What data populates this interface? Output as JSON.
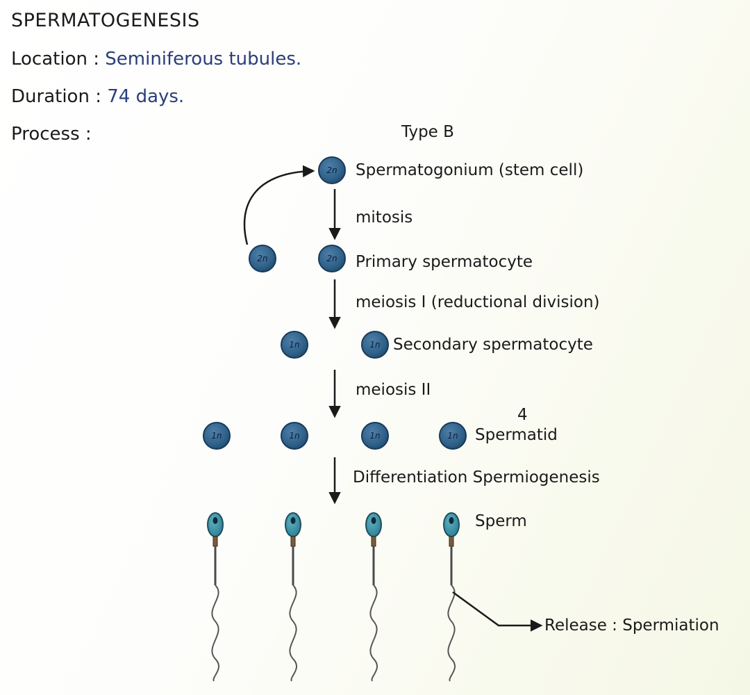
{
  "title": "SPERMATOGENESIS",
  "location": {
    "label": "Location :",
    "value": "Seminiferous tubules."
  },
  "duration": {
    "label": "Duration :",
    "value": "74 days."
  },
  "process": {
    "label": "Process :"
  },
  "diagram": {
    "type_b_label": "Type B",
    "stages": {
      "spermatogonium": "Spermatogonium (stem cell)",
      "primary": "Primary spermatocyte",
      "secondary": "Secondary spermatocyte",
      "spermatid": "Spermatid",
      "sperm": "Sperm"
    },
    "steps": {
      "mitosis": "mitosis",
      "meiosis1": "meiosis I (reductional division)",
      "meiosis2": "meiosis II",
      "differentiation": "Differentiation Spermiogenesis"
    },
    "spermatid_count": "4",
    "release": "Release : Spermiation",
    "ploidy": {
      "diploid": "2n",
      "haploid": "1n"
    }
  },
  "colors": {
    "cell_fill": "#2f6088",
    "cell_stroke": "#173a5a",
    "sperm_head": "#2e8ba0",
    "text_blue": "#2a3e7a"
  }
}
